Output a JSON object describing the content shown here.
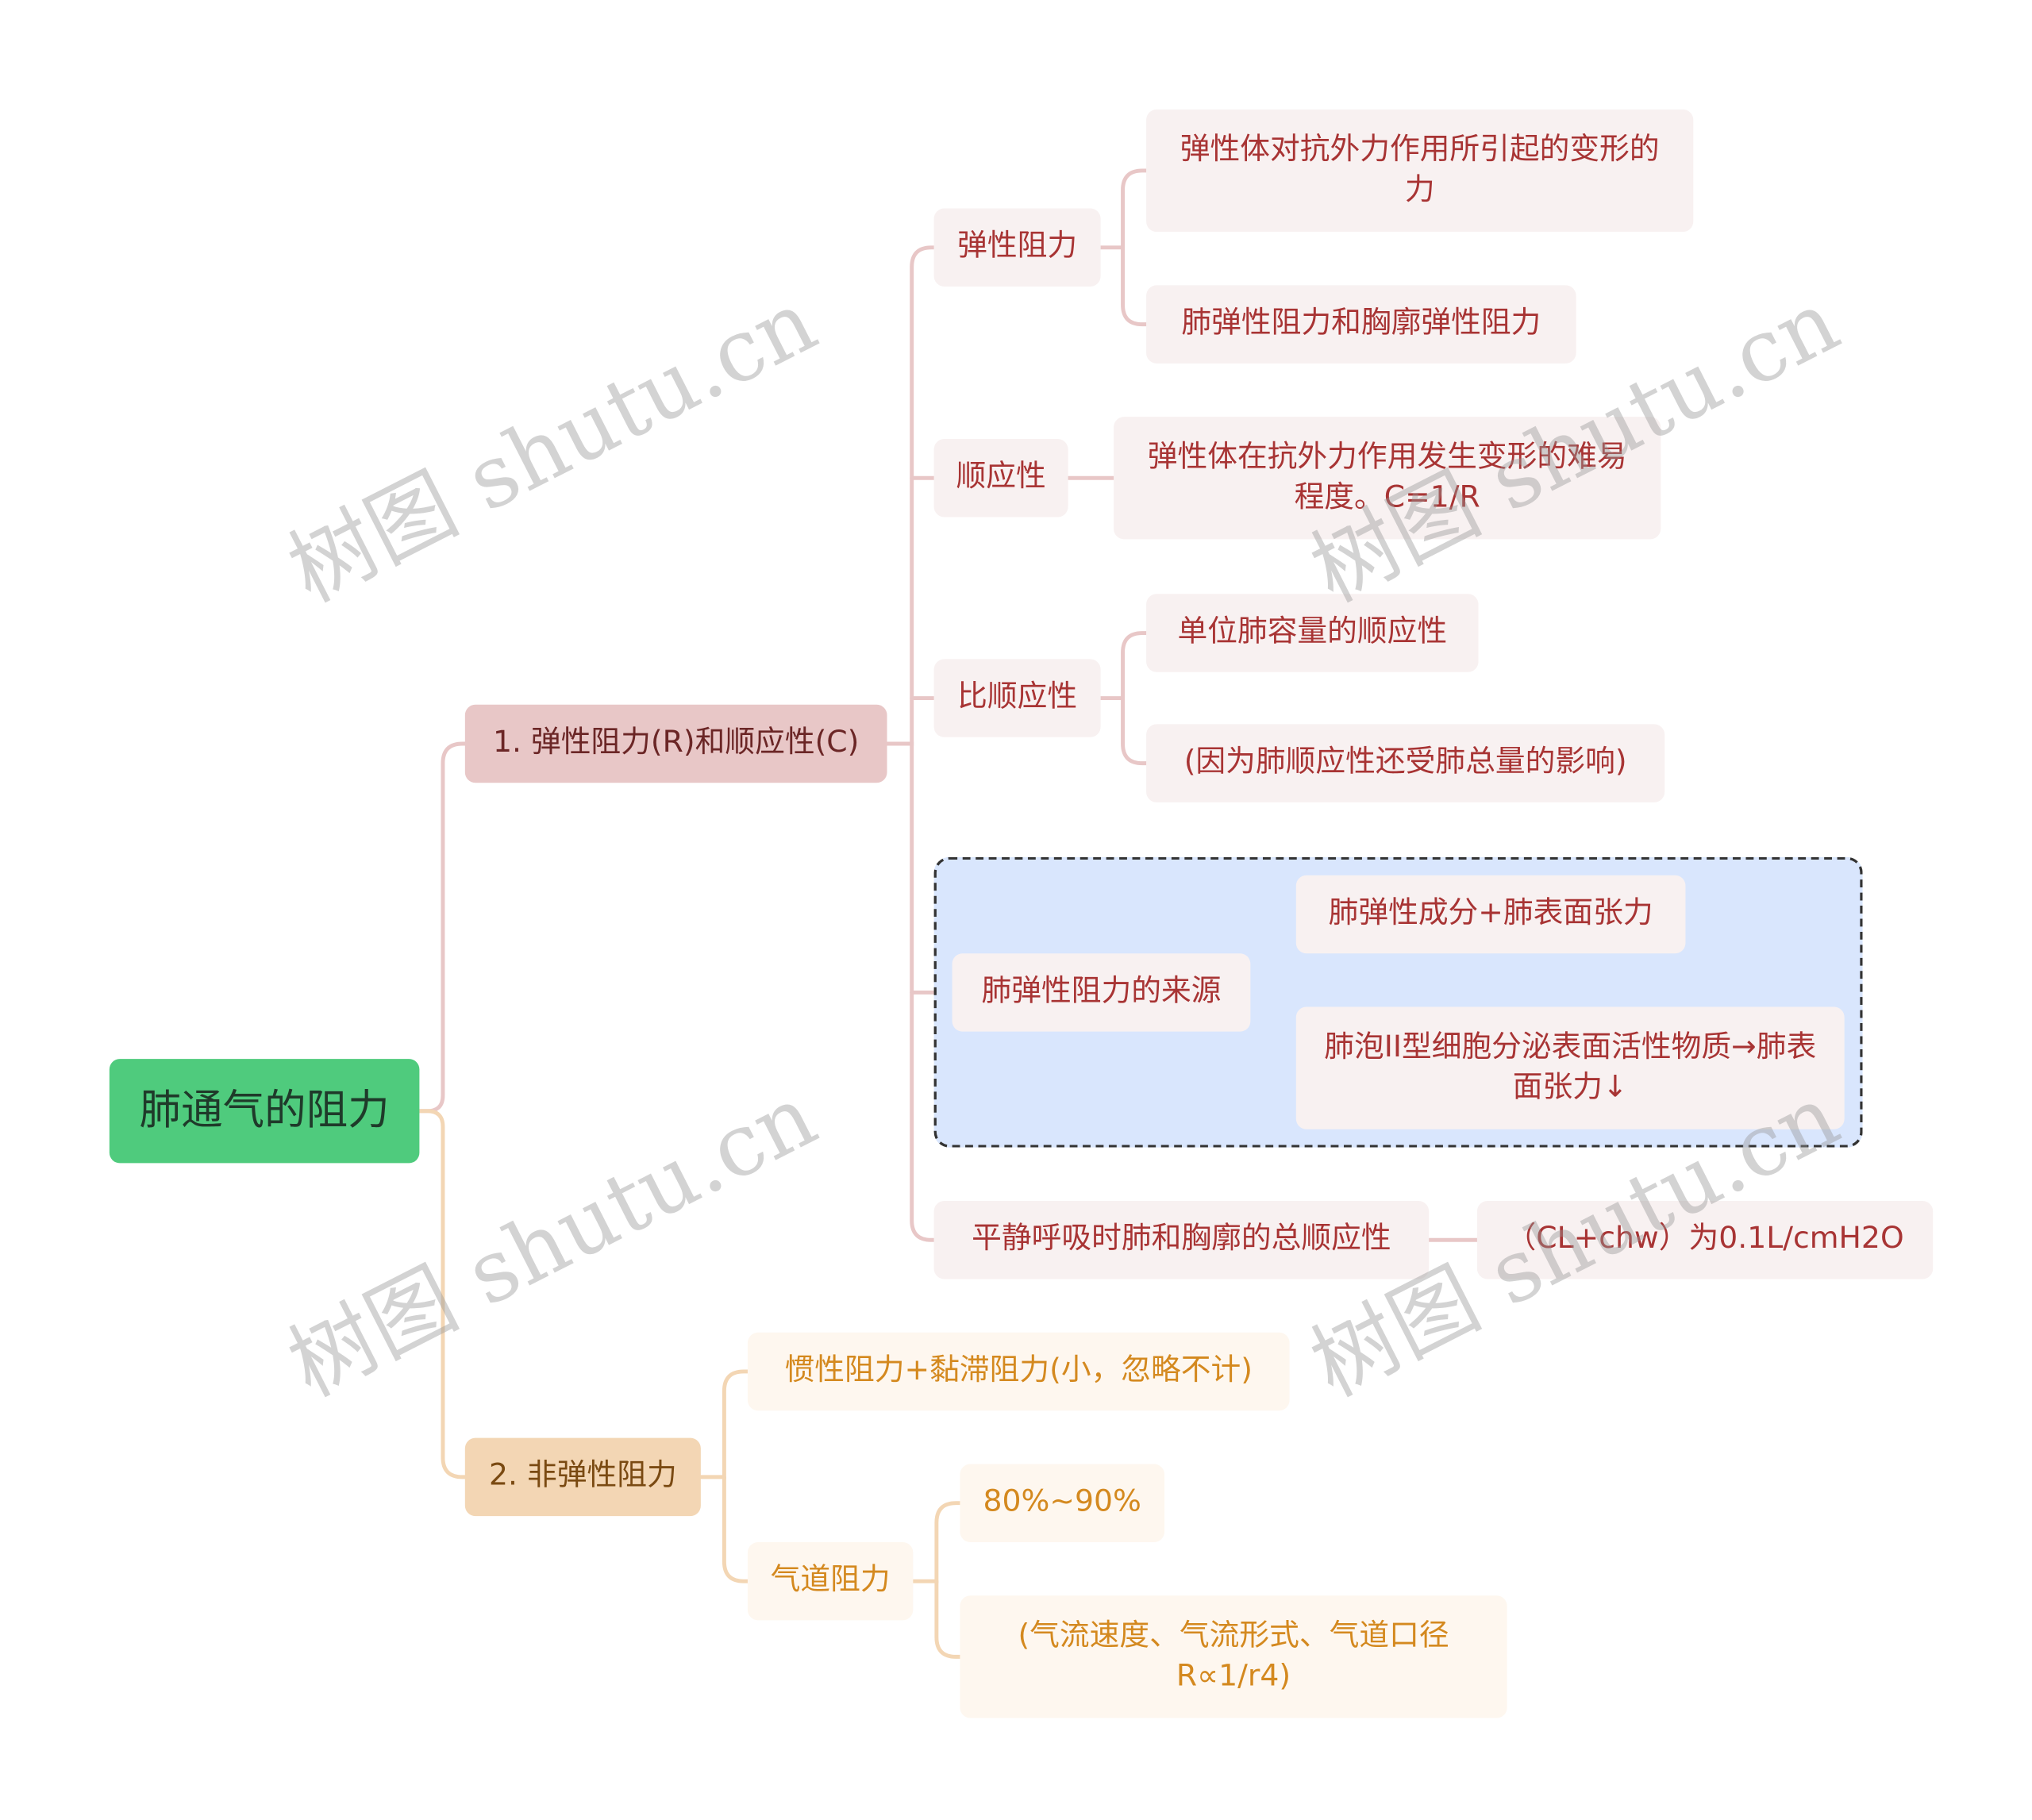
{
  "mindmap": {
    "root": "肺通气的阻力",
    "branch1": {
      "label": "1. 弹性阻力(R)和顺应性(C)",
      "elastic": {
        "label": "弹性阻力",
        "def": "弹性体对抗外力作用所引起的变形的力",
        "parts": "肺弹性阻力和胸廓弹性阻力"
      },
      "compliance": {
        "label": "顺应性",
        "def": "弹性体在抗外力作用发生变形的难易程度。C=1/R"
      },
      "specific": {
        "label": "比顺应性",
        "def": "单位肺容量的顺应性",
        "reason": "(因为肺顺应性还受肺总量的影响)"
      },
      "source": {
        "label": "肺弹性阻力的来源",
        "a": "肺弹性成分+肺表面张力",
        "b": "肺泡II型细胞分泌表面活性物质→肺表面张力↓"
      },
      "total": {
        "label": "平静呼吸时肺和胸廓的总顺应性",
        "value": "（CL+chw）为0.1L/cmH2O"
      }
    },
    "branch2": {
      "label": "2. 非弹性阻力",
      "inertia": "惯性阻力+黏滞阻力(小，忽略不计)",
      "airway": {
        "label": "气道阻力",
        "pct": "80%~90%",
        "factors": "(气流速度、气流形式、气道口径R∝1/r4)"
      }
    }
  },
  "watermark": "树图 shutu.cn",
  "colors": {
    "root_bg": "#4fcb7d",
    "branch1_bg": "#e8c7c7",
    "branch2_bg": "#f3d6b4",
    "red_text": "#a83434",
    "orange_text": "#d4891f",
    "selection_bg": "#d9e6fd"
  }
}
